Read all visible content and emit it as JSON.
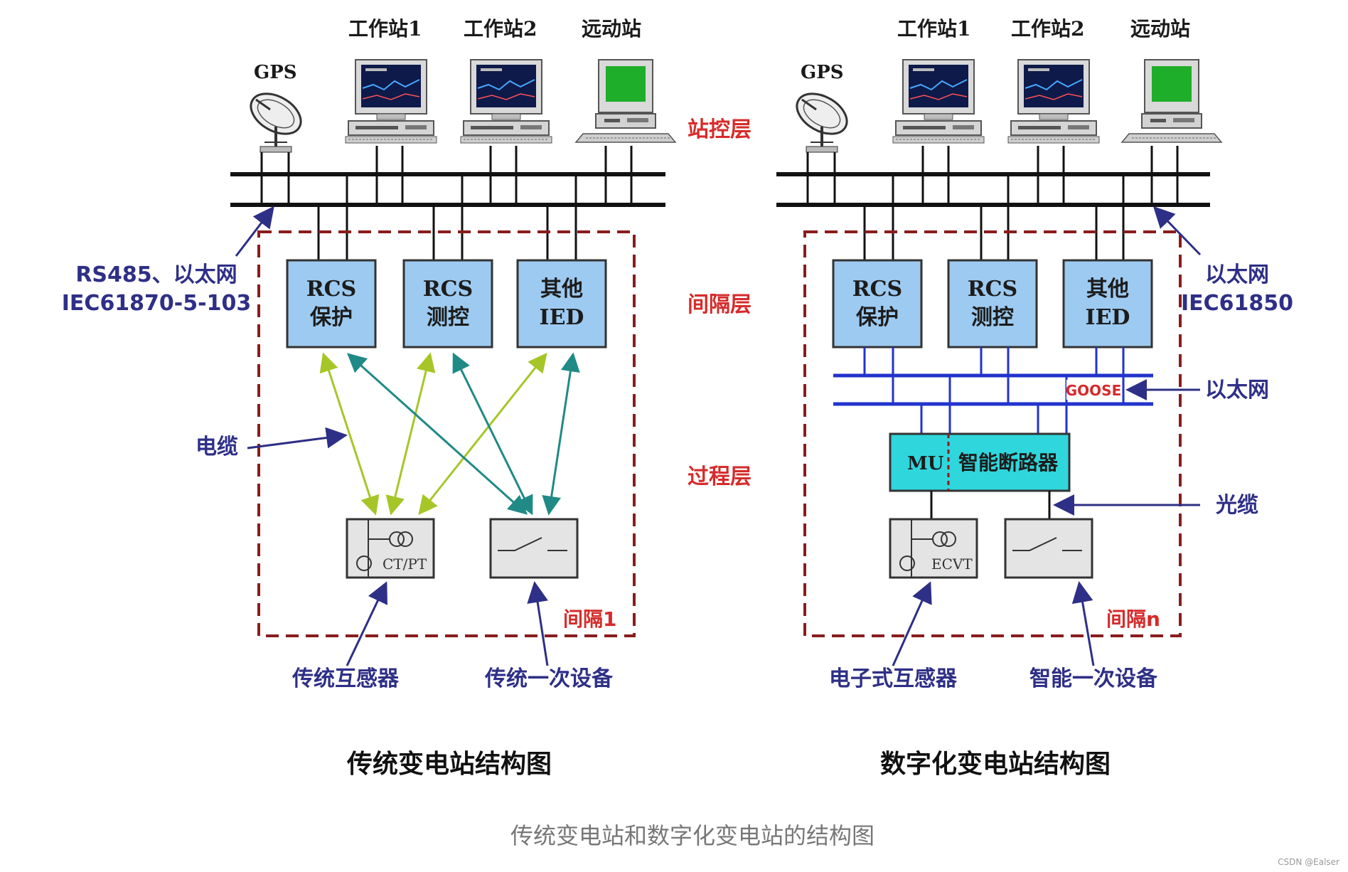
{
  "colors": {
    "bus": "#111111",
    "ethernet_bus": "#2233cc",
    "module_fill": "#9dcaf0",
    "mu_fill": "#2fd7dc",
    "dashed_border": "#8a1c1c",
    "cable_arrow_lime": "#a6c628",
    "cable_arrow_teal": "#1f8a86",
    "label_red": "#d62b2b",
    "label_blue": "#2e2f86"
  },
  "left": {
    "gps_label": "GPS",
    "workstation1_label": "工作站1",
    "workstation2_label": "工作站2",
    "remote_station_label": "远动站",
    "bus_protocol_line1": "RS485、以太网",
    "bus_protocol_line2": "IEC61870-5-103",
    "modules": [
      {
        "line1": "RCS",
        "line2": "保护"
      },
      {
        "line1": "RCS",
        "line2": "测控"
      },
      {
        "line1": "其他",
        "line2": "IED"
      }
    ],
    "cable_label": "电缆",
    "ct_pt_label": "CT/PT",
    "bay_label": "间隔1",
    "instrument_transformer_label": "传统互感器",
    "primary_equipment_label": "传统一次设备",
    "title": "传统变电站结构图"
  },
  "right": {
    "gps_label": "GPS",
    "workstation1_label": "工作站1",
    "workstation2_label": "工作站2",
    "remote_station_label": "远动站",
    "bus_protocol_line1": "以太网",
    "bus_protocol_line2": "IEC61850",
    "modules": [
      {
        "line1": "RCS",
        "line2": "保护"
      },
      {
        "line1": "RCS",
        "line2": "测控"
      },
      {
        "line1": "其他",
        "line2": "IED"
      }
    ],
    "goose_label": "GOOSE",
    "process_ethernet_label": "以太网",
    "mu_label": "MU",
    "smart_breaker_label": "智能断路器",
    "fiber_label": "光缆",
    "ecvt_label": "ECVT",
    "bay_label": "间隔n",
    "electronic_transformer_label": "电子式互感器",
    "smart_primary_label": "智能一次设备",
    "title": "数字化变电站结构图"
  },
  "layers": {
    "station_control": "站控层",
    "bay": "间隔层",
    "process": "过程层"
  },
  "caption": "传统变电站和数字化变电站的结构图",
  "watermark": "CSDN @Ealser"
}
